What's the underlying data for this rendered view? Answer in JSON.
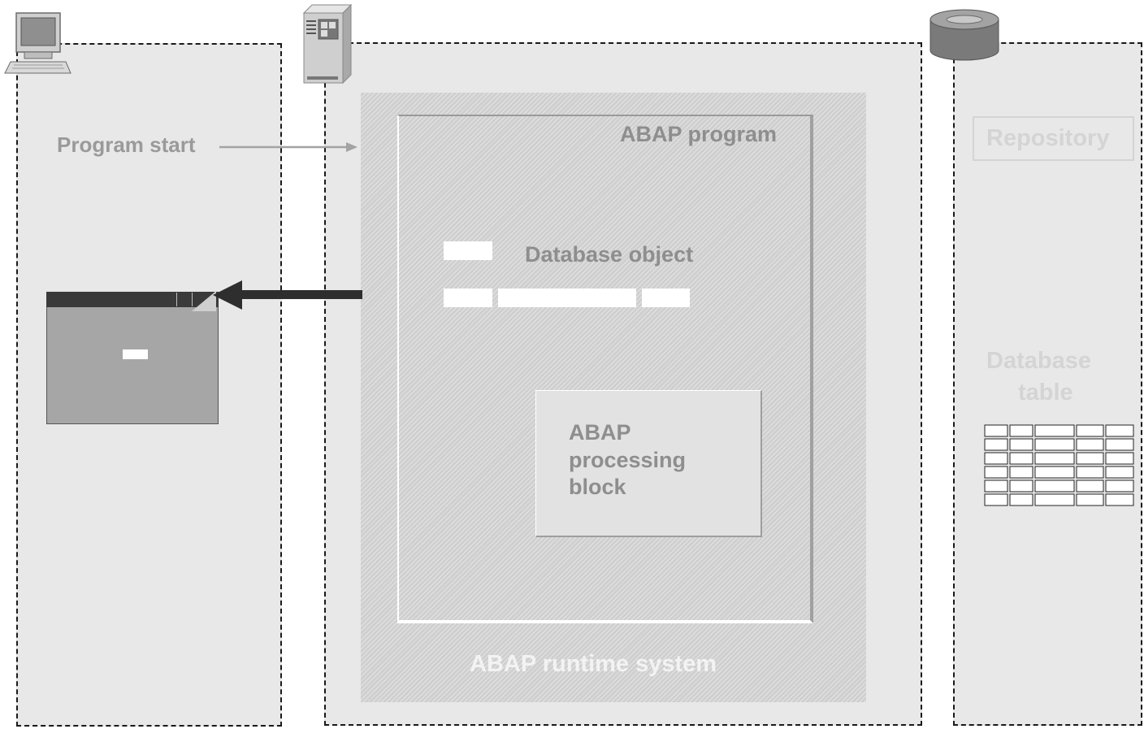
{
  "diagram": {
    "program_start_label": "Program start",
    "abap_program_label": "ABAP program",
    "database_object_label": "Database object",
    "processing_block_label": [
      "ABAP",
      "processing",
      "block"
    ],
    "runtime_system_label": "ABAP runtime system",
    "repository_label": "Repository",
    "database_table_label": [
      "Database",
      "table"
    ]
  },
  "icons": {
    "presentation": "computer-icon",
    "application": "server-icon",
    "database": "database-cylinder-icon",
    "table": "table-grid-icon"
  },
  "colors": {
    "tier_background": "#e8e8e8",
    "label_gray": "#9a9a9a",
    "faint_label": "#d4d4d4",
    "screen_gray": "#a6a6a6",
    "title_bar_dark": "#3a3a3a",
    "arrow_dark": "#2e2e2e"
  }
}
